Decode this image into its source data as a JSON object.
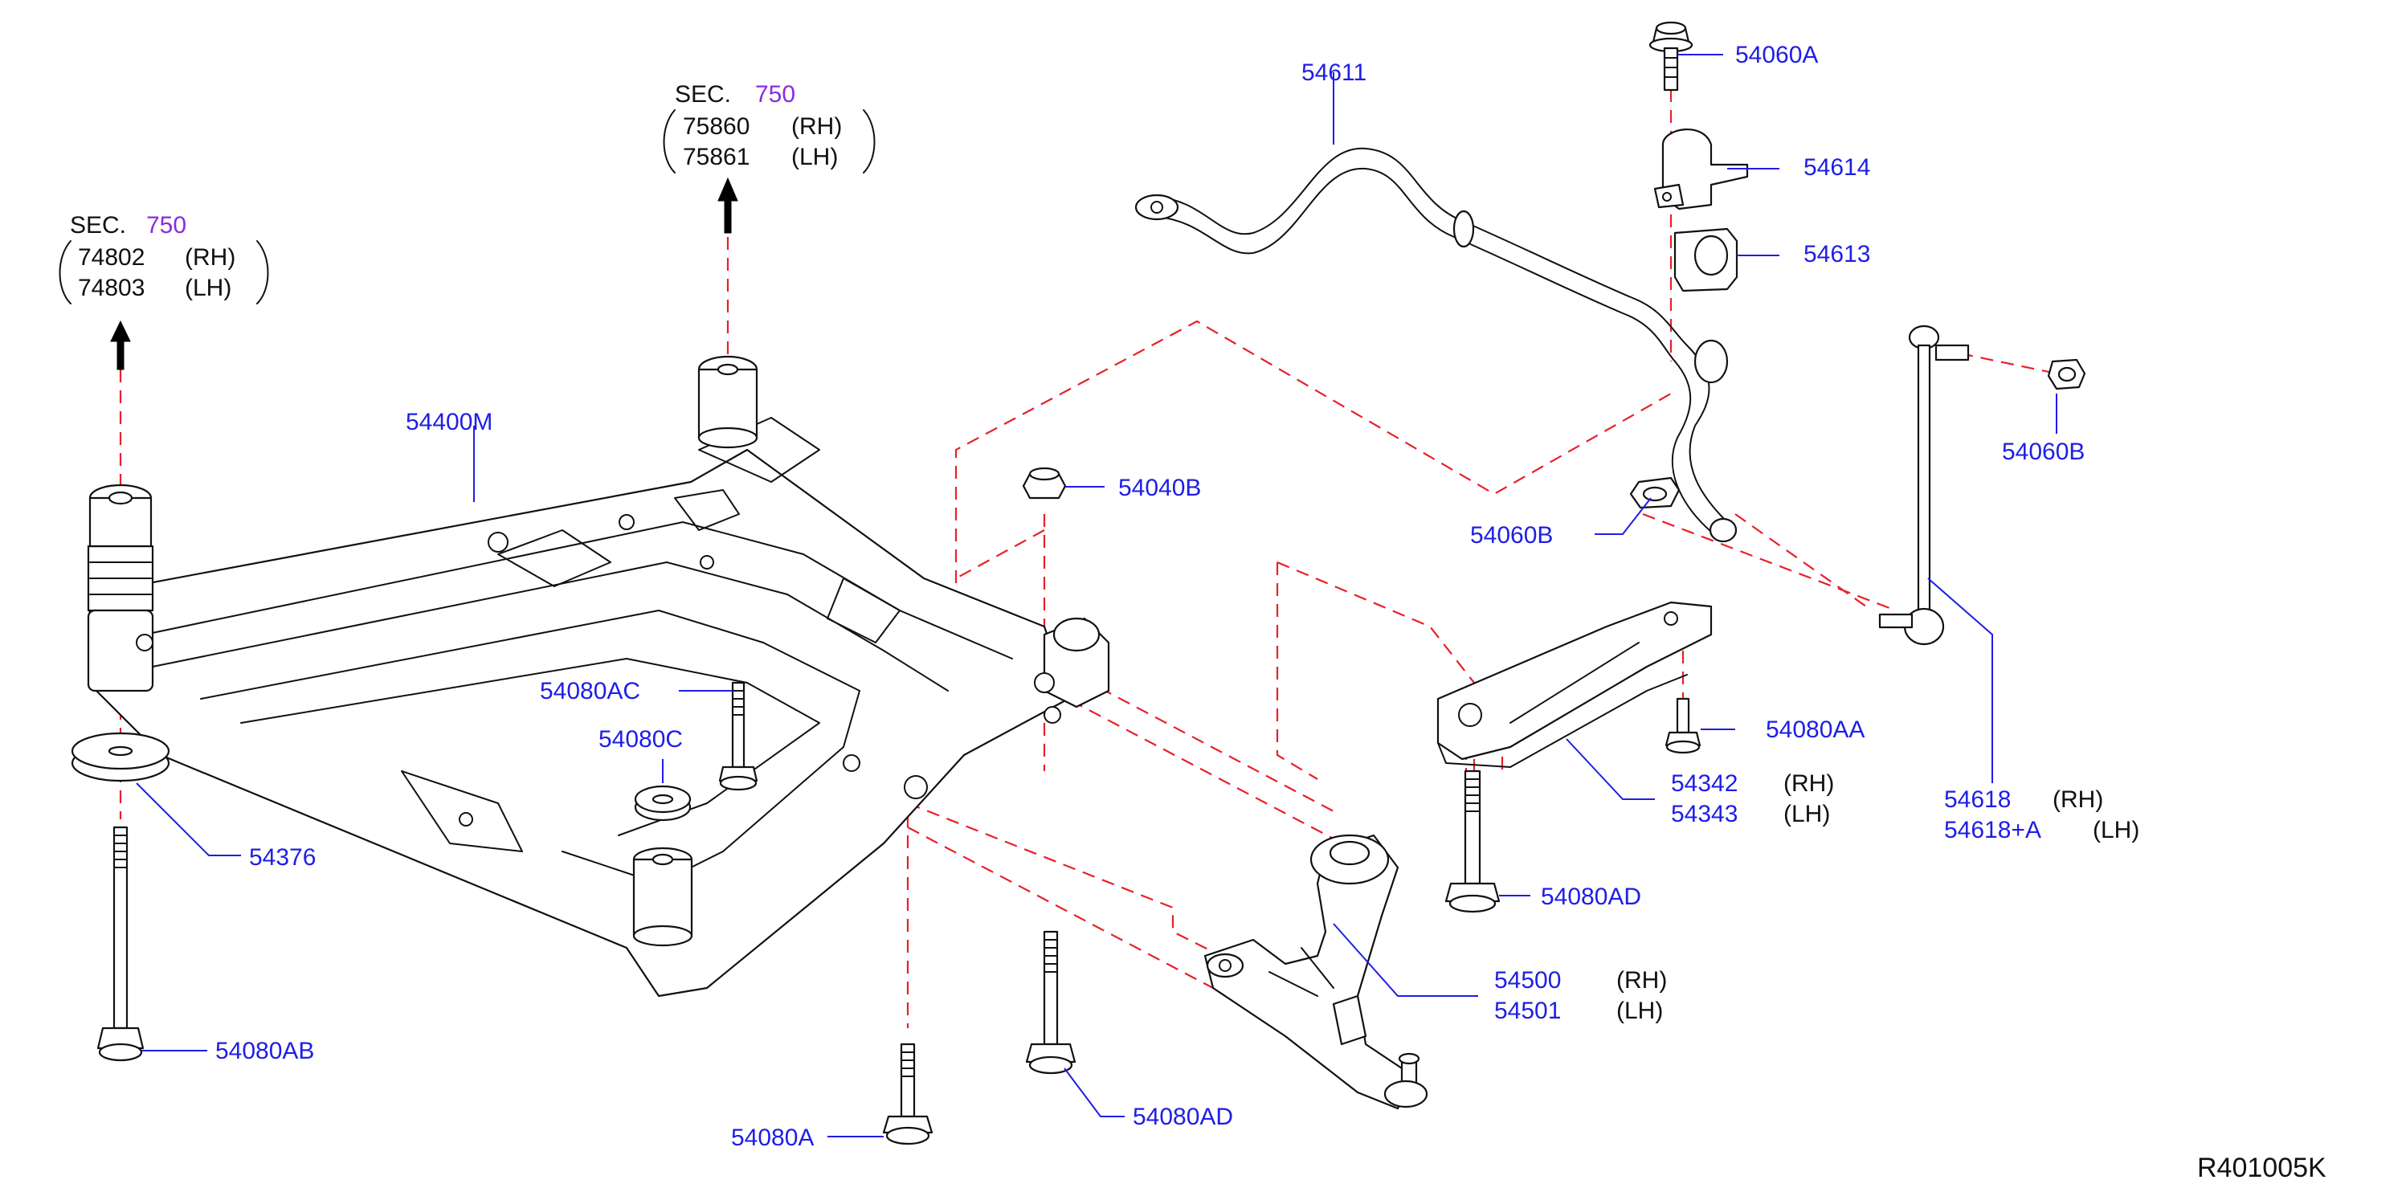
{
  "diagram_id": "R401005K",
  "sections": [
    {
      "sec_label": "SEC.",
      "sec_number": "750",
      "parts": [
        {
          "number": "74802",
          "side": "(RH)"
        },
        {
          "number": "74803",
          "side": "(LH)"
        }
      ]
    },
    {
      "sec_label": "SEC.",
      "sec_number": "750",
      "parts": [
        {
          "number": "75860",
          "side": "(RH)"
        },
        {
          "number": "75861",
          "side": "(LH)"
        }
      ]
    }
  ],
  "callouts": {
    "c54611": "54611",
    "c54060A": "54060A",
    "c54614": "54614",
    "c54613": "54613",
    "c54060B_right": "54060B",
    "c54060B_mid": "54060B",
    "c54400M": "54400M",
    "c54040B": "54040B",
    "c54080AC": "54080AC",
    "c54080C": "54080C",
    "c54376": "54376",
    "c54080AB": "54080AB",
    "c54080AA": "54080AA",
    "c54342": "54342",
    "c54342_side": "(RH)",
    "c54343": "54343",
    "c54343_side": "(LH)",
    "c54618": "54618",
    "c54618_side": "(RH)",
    "c54618A": "54618+A",
    "c54618A_side": "(LH)",
    "c54080AD_right": "54080AD",
    "c54500": "54500",
    "c54500_side": "(RH)",
    "c54501": "54501",
    "c54501_side": "(LH)",
    "c54080AD_bottom": "54080AD",
    "c54080A": "54080A"
  },
  "colors": {
    "part_number": "#1e1ee6",
    "section_number": "#8a2be2",
    "dashed_alignment": "#e8202a",
    "line_art": "#111111"
  }
}
